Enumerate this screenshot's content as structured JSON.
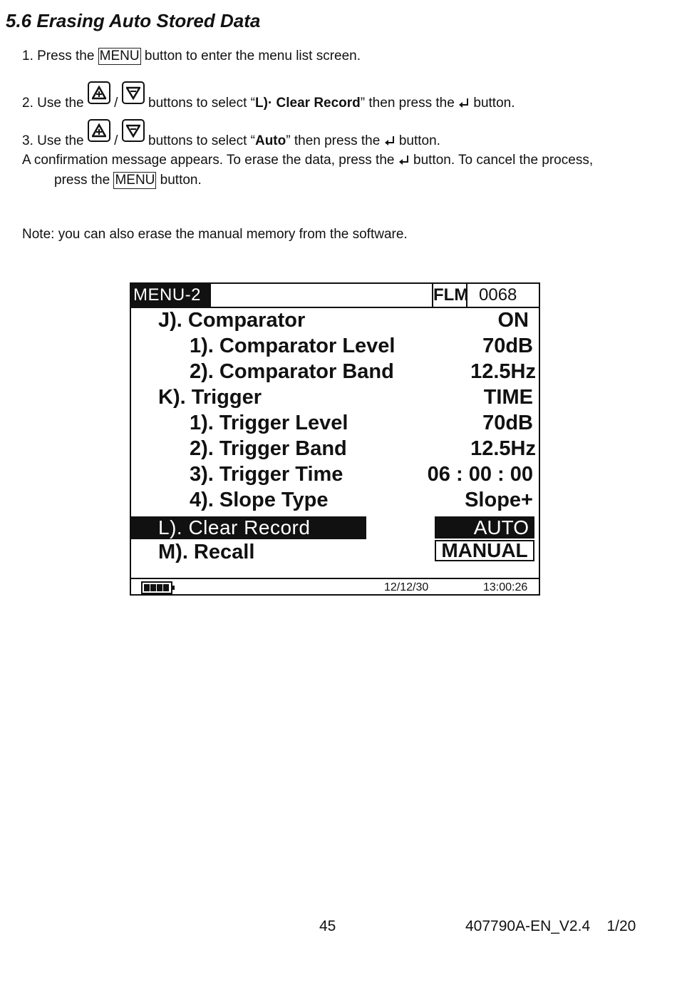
{
  "heading": "5.6 Erasing Auto Stored Data",
  "steps": {
    "s1": {
      "pre": "1. Press the ",
      "key": "MENU",
      "post": " button to enter the menu list screen."
    },
    "s2": {
      "pre": "2. Use the ",
      "sep": " / ",
      "mid": " buttons to select “",
      "bold": "L)· Clear Record",
      "post1": "” then press the ",
      "post2": " button."
    },
    "s3": {
      "pre": "3. Use the ",
      "sep": " / ",
      "mid": " buttons to select “",
      "bold": "Auto",
      "post1": "” then press the ",
      "post2": " button."
    },
    "confirm": {
      "line1a": "A confirmation message appears. To erase the data, press the ",
      "line1b": " button. To cancel the process,",
      "line2a": "press the ",
      "key": "MENU",
      "line2b": " button."
    },
    "note": "Note: you can also erase the manual memory from the software."
  },
  "icons": {
    "up": "up-arrow-key-icon",
    "down": "down-arrow-key-icon",
    "enter": "enter-key-icon",
    "battery": "battery-icon"
  },
  "lcd": {
    "menu_title": "MENU-2",
    "flm": "FLM",
    "count": "0068",
    "rows": [
      {
        "label": "J). Comparator",
        "value": "ON"
      },
      {
        "label": "1). Comparator  Level",
        "value": "70dB"
      },
      {
        "label": "2). Comparator  Band",
        "value": "12.5Hz"
      },
      {
        "label": "K). Trigger",
        "value": "TIME"
      },
      {
        "label": "1). Trigger Level",
        "value": "70dB"
      },
      {
        "label": "2). Trigger Band",
        "value": "12.5Hz"
      },
      {
        "label": "3). Trigger Time",
        "value": "06 : 00 : 00"
      },
      {
        "label": "4). Slope Type",
        "value": "Slope+"
      }
    ],
    "selected": "L). Clear Record",
    "option_selected": "AUTO",
    "recall": "M). Recall",
    "option_other": "MANUAL",
    "date": "12/12/30",
    "time": "13:00:26"
  },
  "footer": {
    "page": "45",
    "doc_id": "407790A-EN_V2.4    1/20"
  }
}
